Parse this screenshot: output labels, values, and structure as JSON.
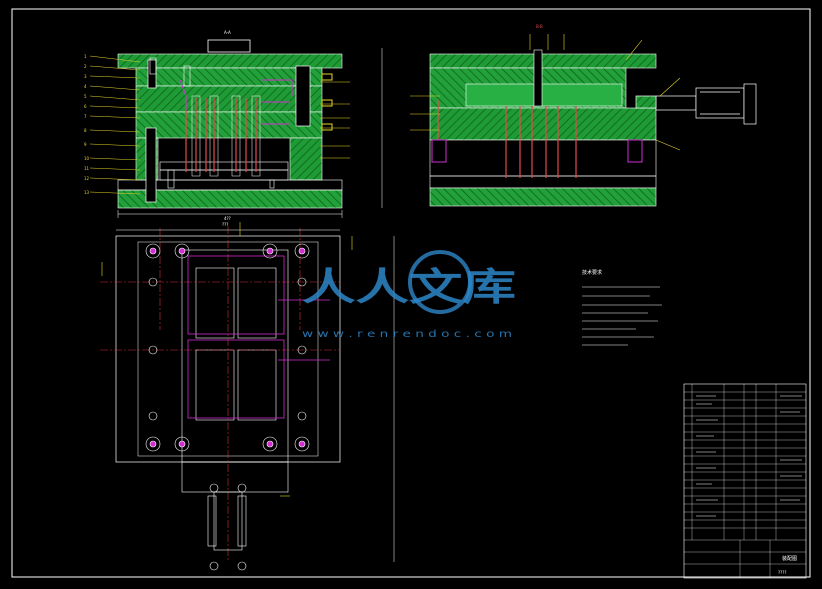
{
  "drawing": {
    "section_label_main": "A-A",
    "section_label_side": "B-B",
    "dim_width_main": "4??",
    "dim_plan": "???"
  },
  "tech_requirements": {
    "heading": "技术要求",
    "lines": [
      "1. ",
      "2. ",
      "3. ",
      "4. ",
      "5. ",
      "6. ",
      "7. ",
      "8. "
    ]
  },
  "watermark": {
    "logo_text": "人人文库",
    "url_text": "w w w . r e n r e n d o c . c o m"
  },
  "title_block": {
    "title": "装配图",
    "drawing_no": "????"
  },
  "colors": {
    "background": "#000000",
    "frame": "#ffffff",
    "plate_fill": "#1f9b36",
    "hatch": "#0a5a18",
    "pin": "#e34a4a",
    "part_line": "#e0e0e0",
    "center_line": "#d0303a",
    "magenta": "#d22fd2",
    "yellow": "#e6d52a",
    "cyan": "#35d6e6",
    "logo_blue": "#2d86c8"
  }
}
